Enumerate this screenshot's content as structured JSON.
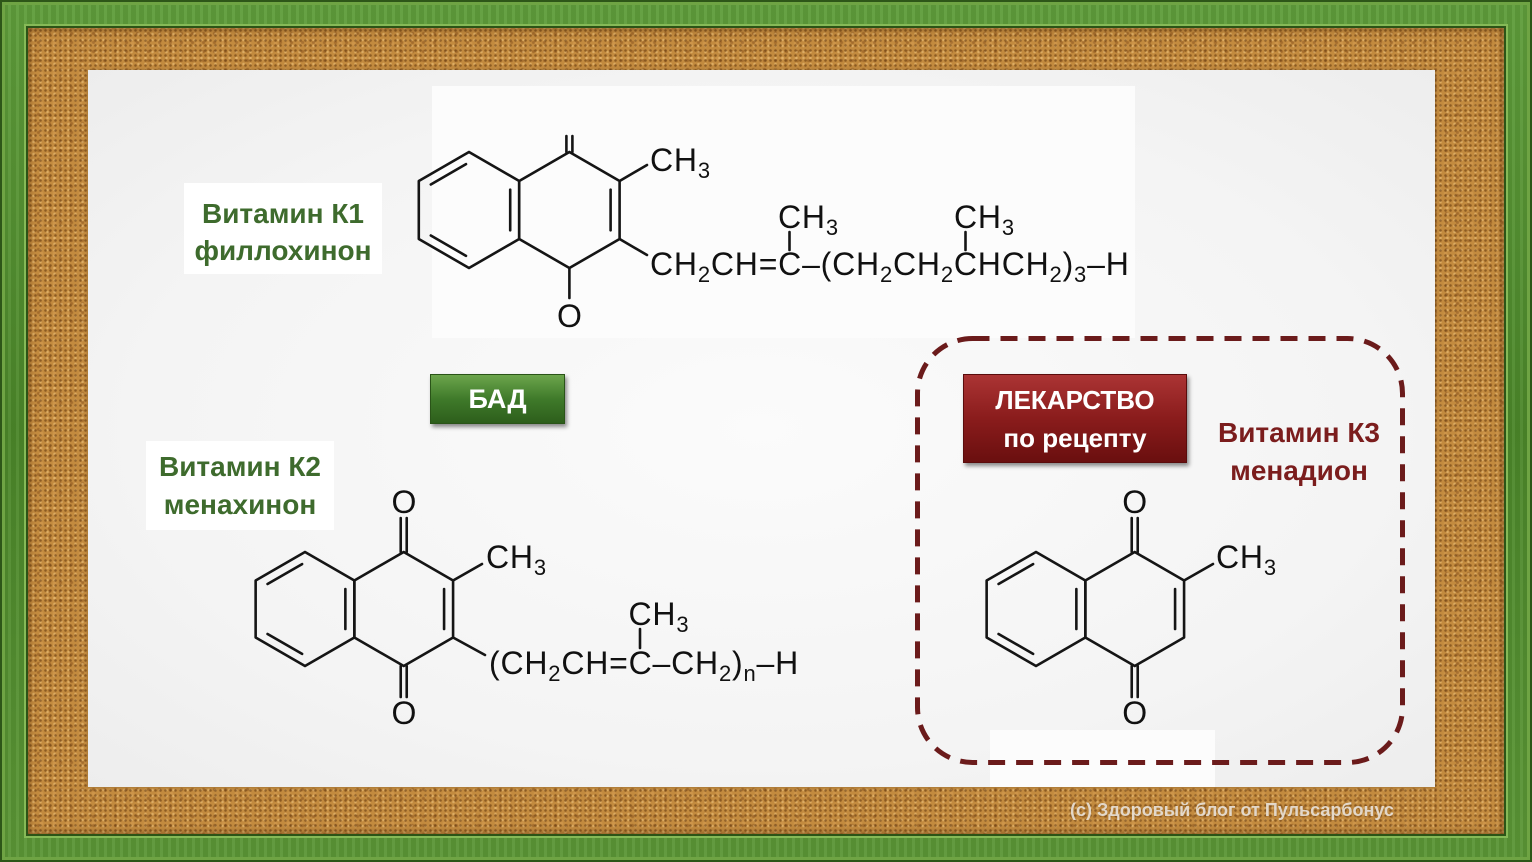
{
  "labels": {
    "k1": {
      "name": "Витамин К1",
      "compound": "филлохинон"
    },
    "k2": {
      "name": "Витамин К2",
      "compound": "менахинон"
    },
    "k3": {
      "name": "Витамин К3",
      "compound": "менадион"
    }
  },
  "badges": {
    "supplement": {
      "text": "БАД"
    },
    "prescription": {
      "line1": "ЛЕКАРСТВО",
      "line2": "по рецепту"
    }
  },
  "structures": {
    "k1": {
      "ring_methyl": [
        "CH",
        "3"
      ],
      "oxygen_bottom": "O",
      "chain": [
        "CH",
        "2",
        "CH=C–(CH",
        "2",
        "CH",
        "2",
        "CHCH",
        "2",
        ")",
        "3",
        "–H"
      ],
      "chain_methyl_1": [
        "CH",
        "3"
      ],
      "chain_methyl_2": [
        "CH",
        "3"
      ]
    },
    "k2": {
      "oxygen_top": "O",
      "oxygen_bottom": "O",
      "ring_methyl": [
        "CH",
        "3"
      ],
      "chain": [
        "(CH",
        "2",
        "CH=C–CH",
        "2",
        ")",
        "n",
        "–H"
      ],
      "chain_methyl": [
        "CH",
        "3"
      ]
    },
    "k3": {
      "oxygen_top": "O",
      "oxygen_bottom": "O",
      "ring_methyl": [
        "CH",
        "3"
      ]
    }
  },
  "watermark": "(с) Здоровый блог от Пульсарбонус",
  "colors": {
    "frame_green": "#4b8629",
    "cork": "#c38b3f",
    "label_green": "#3e6b2d",
    "label_red": "#7b1d1d",
    "badge_green": "#3f7a2a",
    "badge_red": "#8a1c1c",
    "dashed_border": "#6b1b1b"
  }
}
